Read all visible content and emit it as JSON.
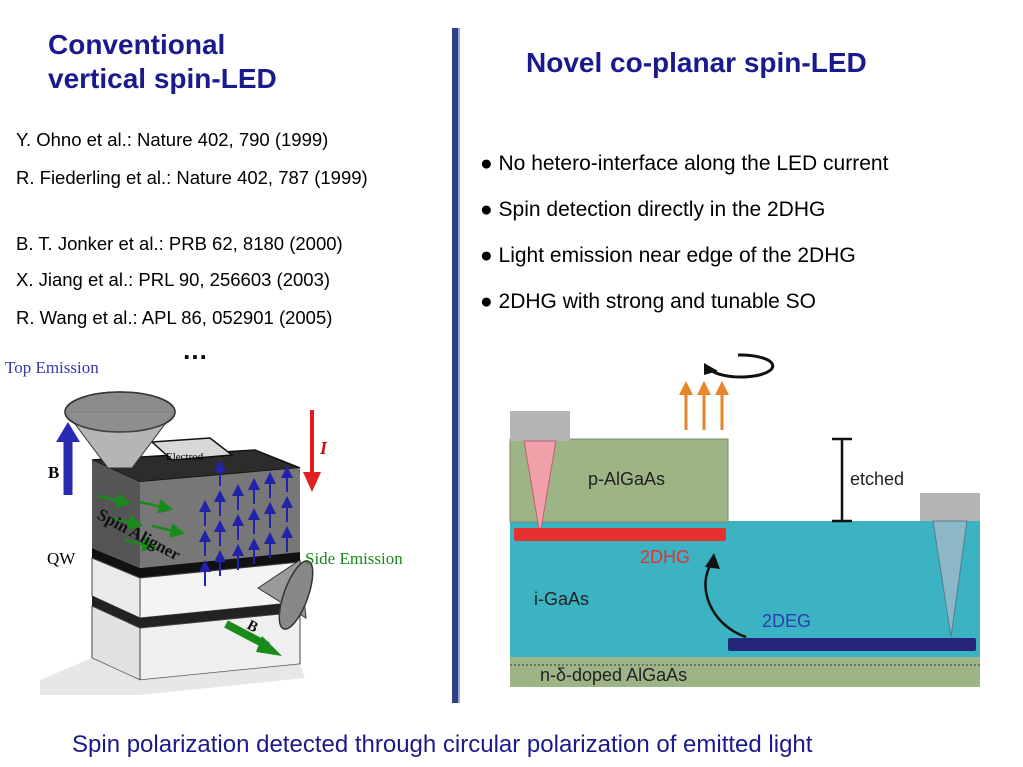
{
  "left": {
    "title_line1": "Conventional",
    "title_line2": "vertical spin-LED",
    "references": [
      "Y. Ohno et al.: Nature 402, 790 (1999)",
      "R. Fiederling et al.: Nature 402, 787 (1999)",
      "B. T. Jonker et al.: PRB 62, 8180 (2000)",
      " X. Jiang et al.: PRL 90, 256603 (2003)",
      "R. Wang et al.: APL 86, 052901 (2005)"
    ],
    "ellipsis": "…",
    "diagram": {
      "top_emission": "Top Emission",
      "side_emission": "Side Emission",
      "electrode": "Electrod",
      "spin_aligner": "Spin Aligner",
      "qw": "QW",
      "b_label": "B",
      "b_label2": "B",
      "current_label": "I"
    }
  },
  "right": {
    "title": "Novel co-planar spin-LED",
    "bullets": [
      "● No hetero-interface along the LED current",
      "● Spin detection directly in the 2DHG",
      "● Light emission near edge of the 2DHG",
      "● 2DHG with strong and tunable SO"
    ],
    "diagram": {
      "p_layer": "p-AlGaAs",
      "i_layer": "i-GaAs",
      "n_layer": "n-δ-doped AlGaAs",
      "hole_gas": "2DHG",
      "electron_gas": "2DEG",
      "etched": "etched"
    }
  },
  "footer": "Spin polarization detected through circular polarization of emitted light",
  "colors": {
    "title_blue": "#1a1a8c",
    "divider": "#2c3f8a",
    "gaas_cyan": "#3bb3c3",
    "algaas_green": "#9db487",
    "hole_gas_red": "#e53030",
    "electron_gas_navy": "#25267a",
    "emission_orange": "#e8852a",
    "green_text": "#1a8a1a"
  }
}
